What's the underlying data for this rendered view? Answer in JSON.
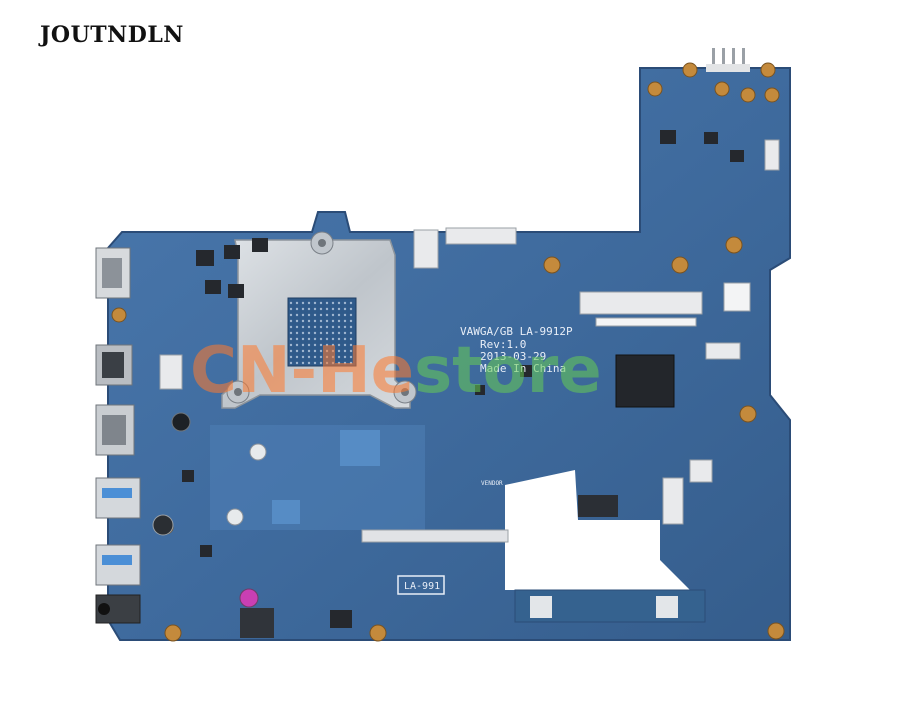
{
  "brand": "JOUTNDLN",
  "board": {
    "model_line": "VAWGA/GB LA-9912P",
    "rev_line": "Rev:1.0",
    "date_line": "2013-03-29",
    "origin_line": "Made In China",
    "stamp_label": "LA-991",
    "vendor_label": "VENDOR"
  },
  "watermark": {
    "text_prefix": "CN-He",
    "text_suffix": "store",
    "color_prefix": "#ff7a2e",
    "color_suffix": "#66cc55"
  },
  "colors": {
    "pcb": "#3f6b9e",
    "pcb_dark": "#2c4f7a",
    "heatsink": "#c9ced3",
    "connector": "#e9eaec"
  }
}
